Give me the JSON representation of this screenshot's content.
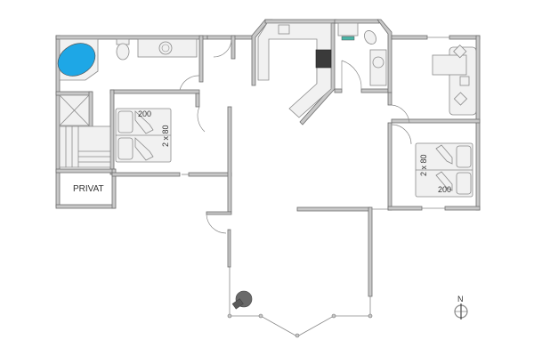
{
  "floorplan": {
    "type": "house floor plan",
    "colors": {
      "wall_fill": "#c8c8c8",
      "wall_stroke": "#6e6e6e",
      "furniture": "#f1f1f1",
      "hot_tub": "#1ea7e6",
      "stove": "#3a3a3a",
      "wood_stove": "#6a6a6a"
    },
    "rooms": {
      "storage_label": "PRIVAT"
    },
    "beds": {
      "bedroom_left": {
        "length": "200",
        "size": "2 x 80"
      },
      "bedroom_right": {
        "length": "200",
        "size": "2 x 80"
      }
    },
    "compass": {
      "label": "N"
    }
  }
}
